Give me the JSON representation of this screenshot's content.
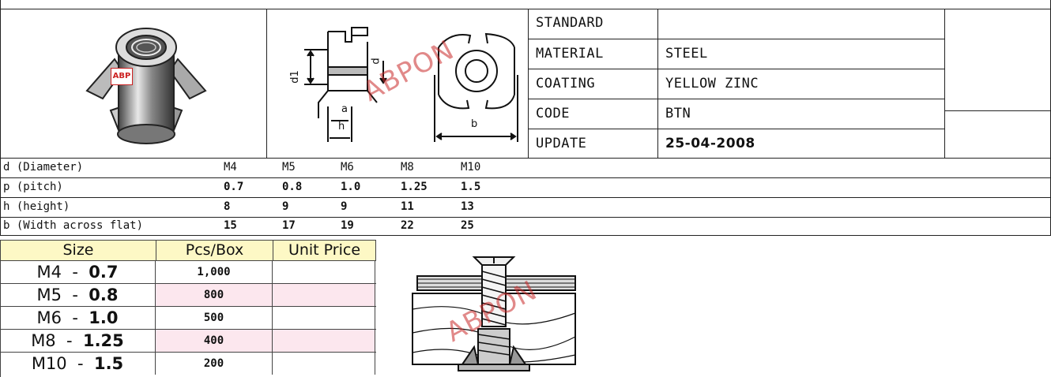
{
  "product_table": {
    "rows": [
      {
        "label": "STANDARD",
        "value": ""
      },
      {
        "label": "MATERIAL",
        "value": "STEEL"
      },
      {
        "label": "COATING",
        "value": "YELLOW ZINC"
      },
      {
        "label": "CODE",
        "value": "BTN"
      },
      {
        "label": "UPDATE",
        "value": "25-04-2008"
      }
    ]
  },
  "specs": {
    "rows": [
      {
        "label": "d (Diameter)",
        "values": [
          "M4",
          "M5",
          "M6",
          "M8",
          "M10"
        ]
      },
      {
        "label": "p (pitch)",
        "values": [
          "0.7",
          "0.8",
          "1.0",
          "1.25",
          "1.5"
        ]
      },
      {
        "label": "h (height)",
        "values": [
          "8",
          "9",
          "9",
          "11",
          "13"
        ]
      },
      {
        "label": "b (Width across flat)",
        "values": [
          "15",
          "17",
          "19",
          "22",
          "25"
        ]
      }
    ]
  },
  "price_table": {
    "headers": [
      "Size",
      "Pcs/Box",
      "Unit Price"
    ],
    "rows": [
      {
        "size": "M4",
        "sep": "-",
        "pitch": "0.7",
        "pcs": "1,000",
        "price": ""
      },
      {
        "size": "M5",
        "sep": "-",
        "pitch": "0.8",
        "pcs": "800",
        "price": ""
      },
      {
        "size": "M6",
        "sep": "-",
        "pitch": "1.0",
        "pcs": "500",
        "price": ""
      },
      {
        "size": "M8",
        "sep": "-",
        "pitch": "1.25",
        "pcs": "400",
        "price": ""
      },
      {
        "size": "M10",
        "sep": "-",
        "pitch": "1.5",
        "pcs": "200",
        "price": ""
      }
    ]
  },
  "drawing_labels": {
    "d1": "d1",
    "d": "d",
    "a": "a",
    "h": "h",
    "b": "b"
  },
  "watermark": "ABPON",
  "logo_text": "ABP",
  "colors": {
    "header_bg": "#fdf8c5",
    "pink_row": "#fce7ee",
    "watermark": "#c82828"
  }
}
